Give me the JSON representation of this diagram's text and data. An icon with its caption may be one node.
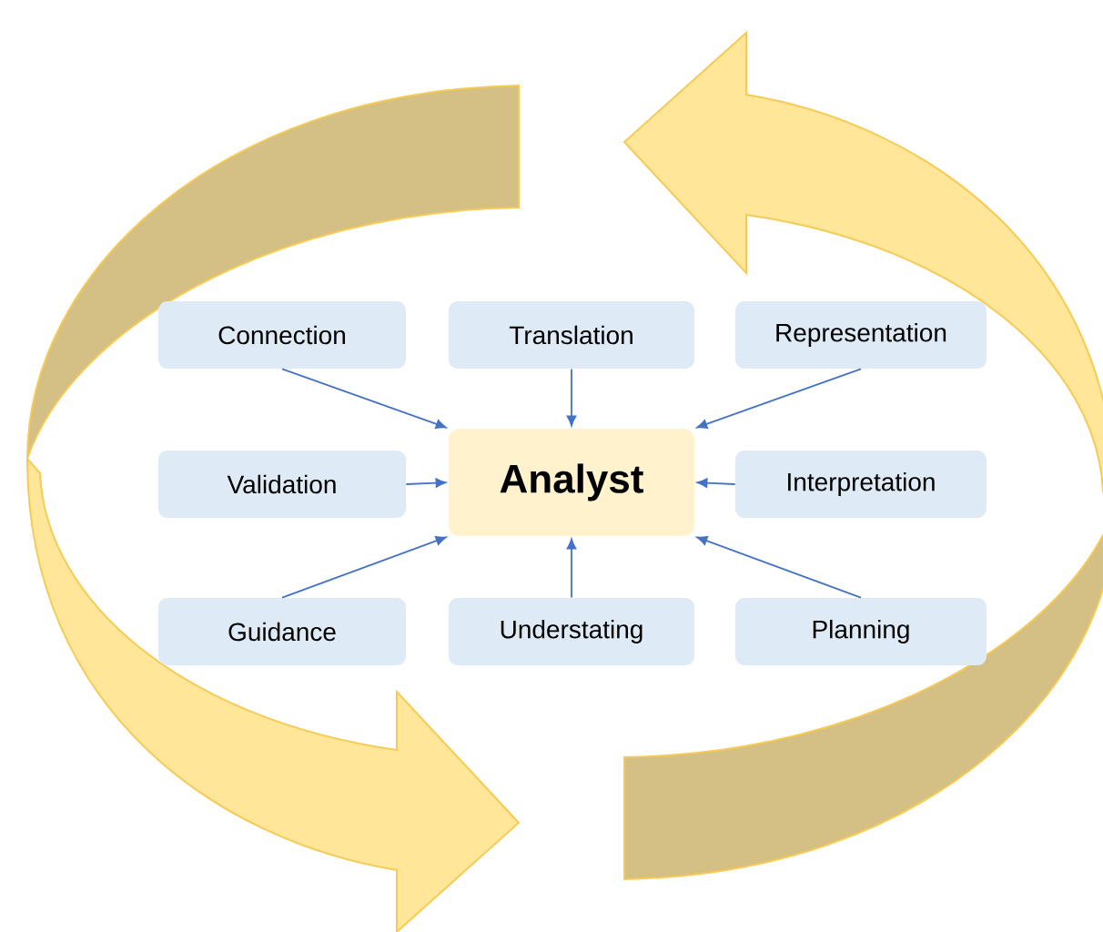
{
  "diagram": {
    "nodes": [
      {
        "text": [
          "Connection"
        ]
      },
      {
        "text": [
          "Translation"
        ]
      },
      {
        "text": [
          "Representation"
        ]
      },
      {
        "text": [
          "Validation"
        ]
      },
      {
        "text": [
          "Analyst"
        ]
      },
      {
        "text": [
          "Interpretation"
        ]
      },
      {
        "text": [
          "Guidance"
        ]
      },
      {
        "text": [
          "Understating"
        ]
      },
      {
        "text": [
          "Planning"
        ]
      }
    ],
    "edges": [
      {
        "from": 0,
        "to": 4,
        "arrow": "to"
      },
      {
        "from": 1,
        "to": 4,
        "arrow": "to"
      },
      {
        "from": 2,
        "to": 4,
        "arrow": "to"
      },
      {
        "from": 3,
        "to": 4,
        "arrow": "to"
      },
      {
        "from": 5,
        "to": 4,
        "arrow": "to"
      },
      {
        "from": 6,
        "to": 4,
        "arrow": "to"
      },
      {
        "from": 7,
        "to": 4,
        "arrow": "to"
      },
      {
        "from": 8,
        "to": 4,
        "arrow": "to"
      }
    ]
  }
}
